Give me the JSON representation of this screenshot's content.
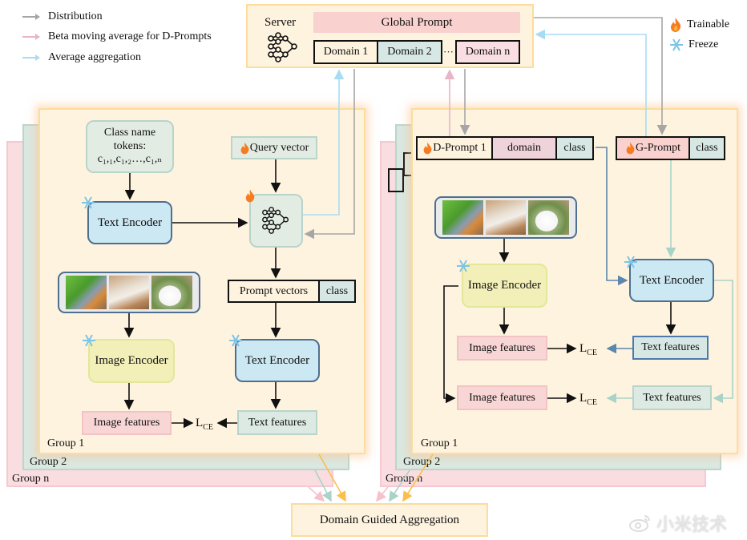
{
  "legend_arrows": {
    "items": [
      {
        "label": "Distribution",
        "color": "#a6a6a6"
      },
      {
        "label": "Beta moving average for D-Prompts",
        "color": "#e8b4c8"
      },
      {
        "label": "Average aggregation",
        "color": "#a8dcf2"
      }
    ]
  },
  "legend_icons": {
    "trainable_label": "Trainable",
    "freeze_label": "Freeze"
  },
  "server": {
    "label": "Server",
    "global_prompt": "Global Prompt",
    "domains": [
      "Domain 1",
      "Domain 2",
      "Domain n"
    ],
    "ellipsis": "···"
  },
  "left_panel": {
    "class_tokens_line1": "Class name",
    "class_tokens_line2": "tokens:",
    "class_tokens_line3": "c₁,₁,c₁,₂…,c₁,ₙ",
    "query_vector": "Query vector",
    "text_encoder_top": "Text Encoder",
    "prompt_vectors": "Prompt vectors",
    "prompt_class": "class",
    "image_encoder": "Image Encoder",
    "text_encoder_bottom": "Text Encoder",
    "image_features": "Image features",
    "text_features": "Text features",
    "loss_main": "L",
    "loss_sub": "CE",
    "groups": [
      "Group 1",
      "Group 2",
      "Group n"
    ]
  },
  "right_panel": {
    "d_prompt": "D-Prompt 1",
    "domain_cell": "domain",
    "class_cell": "class",
    "g_prompt": "G-Prompt",
    "g_class_cell": "class",
    "image_encoder": "Image Encoder",
    "text_encoder": "Text Encoder",
    "image_features_1": "Image features",
    "image_features_2": "Image features",
    "text_features_1": "Text features",
    "text_features_2": "Text features",
    "loss_main": "L",
    "loss_sub": "CE",
    "groups": [
      "Group 1",
      "Group 2",
      "Group n"
    ]
  },
  "aggregation": {
    "label": "Domain Guided Aggregation"
  },
  "watermark": {
    "text": "小米技术"
  },
  "colors": {
    "distribution": "#a6a6a6",
    "beta_moving": "#e8b4c8",
    "average_agg": "#a8dcf2",
    "group1": "#fef3df",
    "group2": "#d9e8e1",
    "groupn": "#f9dde0",
    "global_prompt": "#f9d1cf",
    "domain2": "#d7e8e4",
    "domainn": "#f9dfe3"
  }
}
